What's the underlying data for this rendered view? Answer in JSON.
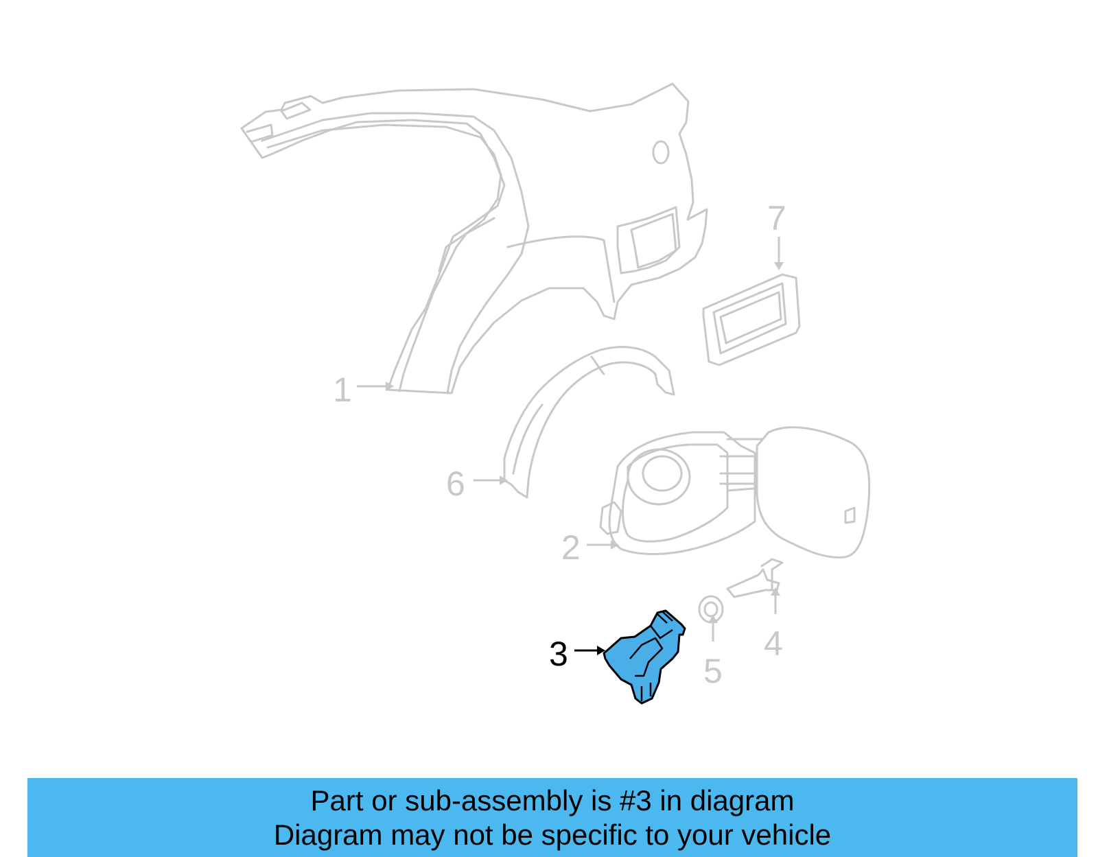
{
  "colors": {
    "ghost_line": "#c8c8c8",
    "highlight_part": "#4aaee8",
    "banner_bg": "#4cb8f0",
    "active_label": "#000000"
  },
  "callouts": [
    {
      "id": "1",
      "label": "1",
      "active": false
    },
    {
      "id": "2",
      "label": "2",
      "active": false
    },
    {
      "id": "3",
      "label": "3",
      "active": true
    },
    {
      "id": "4",
      "label": "4",
      "active": false
    },
    {
      "id": "5",
      "label": "5",
      "active": false
    },
    {
      "id": "6",
      "label": "6",
      "active": false
    },
    {
      "id": "7",
      "label": "7",
      "active": false
    }
  ],
  "banner": {
    "line1": "Part or sub-assembly is #3 in diagram",
    "line2": "Diagram may not be specific to your vehicle"
  }
}
